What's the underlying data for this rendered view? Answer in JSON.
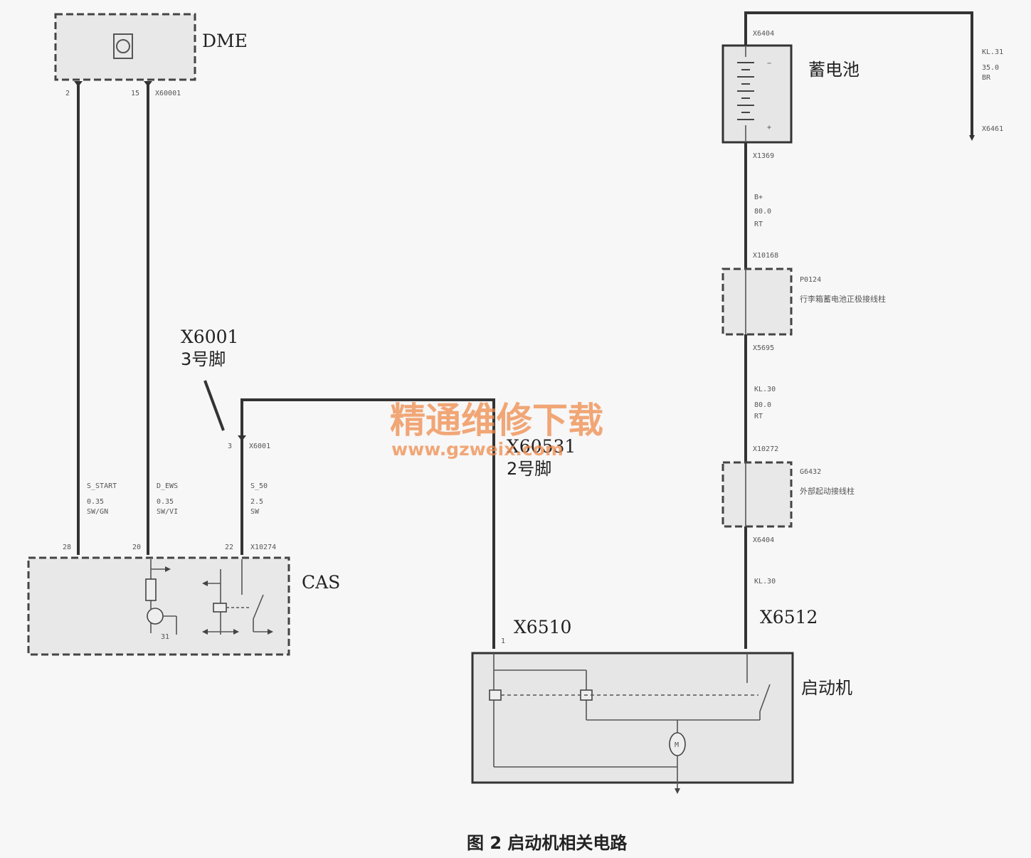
{
  "diagram": {
    "components": {
      "dme": "DME",
      "cas": "CAS",
      "battery": "蓄电池",
      "starter": "启动机",
      "junction_trunk": "行李箱蓄电池正极接线柱",
      "junction_outer": "外部起动接线柱"
    },
    "callouts": {
      "x6001": "X6001",
      "x6001_pin": "3号脚",
      "x60531": "X60531",
      "x60531_pin": "2号脚",
      "x6510": "X6510",
      "x6512": "X6512"
    },
    "pins": {
      "dme_left": "2",
      "dme_right": "15",
      "dme_conn": "X60001",
      "cas_left": "28",
      "cas_mid": "20",
      "cas_right": "22",
      "cas_conn": "X10274",
      "x6001_pin_num": "3",
      "x6001_conn": "X6001",
      "starter_pin": "1",
      "battery_top_conn": "X6404",
      "battery_bottom_conn": "X1369",
      "ground_conn": "X6461",
      "junction1_top": "X10168",
      "junction1_id": "P0124",
      "junction1_bottom": "X5695",
      "junction2_top": "X10272",
      "junction2_id": "G6432",
      "junction2_bottom": "X6404"
    },
    "wires": {
      "w1": [
        "S_START",
        "0.35",
        "SW/GN"
      ],
      "w2": [
        "D_EWS",
        "0.35",
        "SW/VI"
      ],
      "w3": [
        "S_50",
        "2.5",
        "SW"
      ],
      "bat_plus": [
        "B+",
        "80.0",
        "RT"
      ],
      "kl30a": [
        "KL.30",
        "80.0",
        "RT"
      ],
      "kl30b": [
        "KL.30"
      ],
      "kl31": [
        "KL.31",
        "35.0",
        "BR"
      ]
    },
    "watermark": {
      "line1": "精通维修下载",
      "line2": "www.gzweix.com"
    },
    "caption": "图 2 启动机相关电路"
  }
}
